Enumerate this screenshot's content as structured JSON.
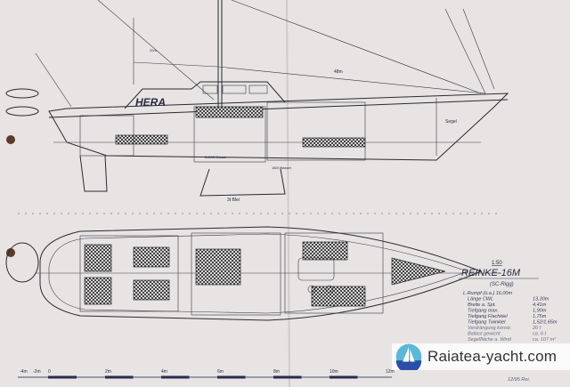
{
  "side_view": {
    "boat_name": "HERA",
    "labels": {
      "mast_height": "48m",
      "sail_locker": "Segel",
      "keel_ballast": "3t Blei",
      "diesel_tank": "2x500l Diesel",
      "water_tank": "180l Wasser",
      "spreader": "20m"
    }
  },
  "title_block": {
    "scale": "1:50",
    "model": "REINKE-16M",
    "rig": "(SC-Rigg)",
    "specs": [
      {
        "label": "L.Rumpf (ü.a.)",
        "value": "16,00m"
      },
      {
        "label": "Länge CWL",
        "value": "13,30m"
      },
      {
        "label": "Breite a. Spt.",
        "value": "4,41m"
      },
      {
        "label": "Tiefgang max.",
        "value": "1,90m"
      },
      {
        "label": "Tiefgang Flachkiel",
        "value": "1,75m"
      },
      {
        "label": "Tiefgang Twinkiel",
        "value": "1,52/1,65m"
      },
      {
        "label": "Verdrängung konstr.",
        "value": "20 t"
      },
      {
        "label": "Ballast gewicht",
        "value": "ca. 6 t"
      },
      {
        "label": "Segelfläche a. Wind",
        "value": "ca. 107 m²"
      }
    ],
    "signature": "12/95 Rei."
  },
  "scale_bar": {
    "ticks": [
      "-4m",
      "-2m",
      "0",
      "2m",
      "4m",
      "6m",
      "8m",
      "10m",
      "12m"
    ]
  },
  "watermark": {
    "text": "Raiatea-yacht.com"
  },
  "colors": {
    "paper": "#e7e4e3",
    "ink": "#2a2a30",
    "logo_sky": "#5ab8d8",
    "logo_sea": "#2b4fa8"
  }
}
